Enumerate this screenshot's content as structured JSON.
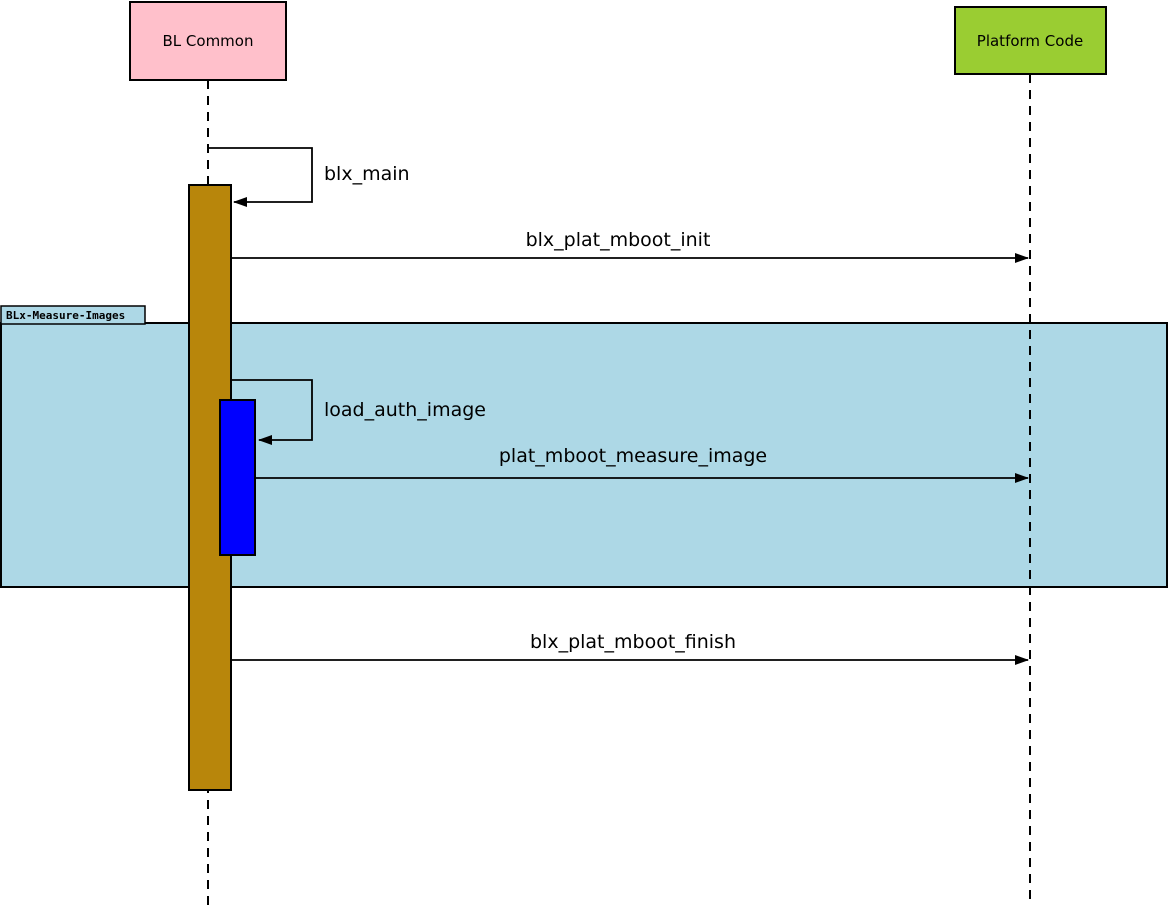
{
  "diagram": {
    "type": "sequence",
    "participants": [
      {
        "name": "BL Common",
        "color": "#FFC0CB"
      },
      {
        "name": "Platform Code",
        "color": "#9ACD32"
      }
    ],
    "frame": {
      "label": "BLx-Measure-Images",
      "fill": "#ADD8E6"
    },
    "messages": [
      {
        "label": "blx_main",
        "type": "self-call",
        "from": "BL Common",
        "to": "BL Common"
      },
      {
        "label": "blx_plat_mboot_init",
        "type": "call",
        "from": "BL Common",
        "to": "Platform Code"
      },
      {
        "label": "load_auth_image",
        "type": "self-call",
        "from": "BL Common",
        "to": "BL Common"
      },
      {
        "label": "plat_mboot_measure_image",
        "type": "call",
        "from": "BL Common",
        "to": "Platform Code"
      },
      {
        "label": "blx_plat_mboot_finish",
        "type": "call",
        "from": "BL Common",
        "to": "Platform Code"
      }
    ],
    "colors": {
      "activation_main": "#B8860B",
      "activation_nested": "#0000FF",
      "frame_fill": "#ADD8E6",
      "participant_bl_common": "#FFC0CB",
      "participant_platform_code": "#9ACD32",
      "line": "#000000"
    }
  }
}
